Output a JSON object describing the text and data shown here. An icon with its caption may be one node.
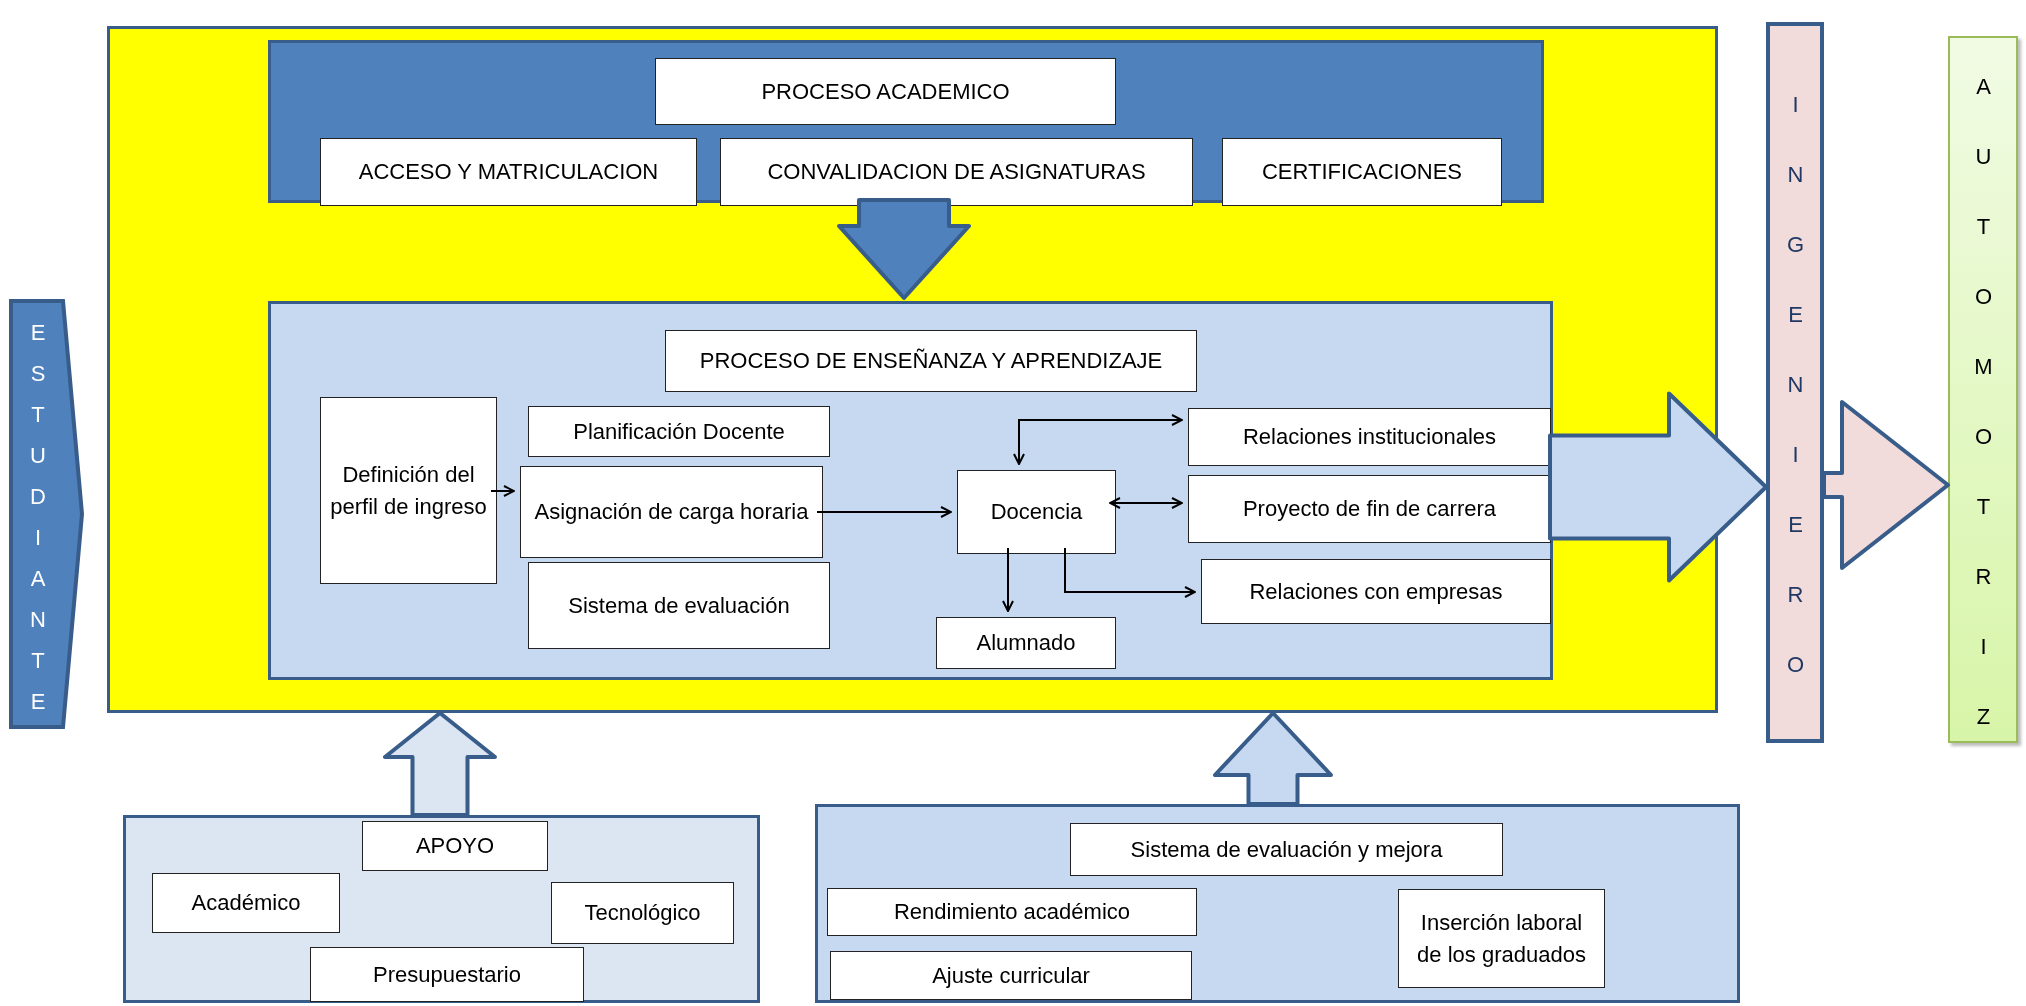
{
  "diagram": {
    "nodes": [
      {
        "text": [
          "ESTUDIANTE"
        ]
      },
      {
        "text": [],
        "shape": "box"
      },
      {
        "text": [],
        "shape": "box",
        "in": 1
      },
      {
        "text": [
          "PROCESO ACADEMICO"
        ],
        "in": 2
      },
      {
        "text": [
          "ACCESO Y MATRICULACION"
        ],
        "in": 2
      },
      {
        "text": [
          "CONVALIDACION DE ASIGNATURAS"
        ],
        "in": 2
      },
      {
        "text": [
          "CERTIFICACIONES"
        ],
        "in": 2
      },
      {
        "text": [],
        "shape": "box",
        "in": 1
      },
      {
        "text": [
          "PROCESO DE ENSEÑANZA Y APRENDIZAJE"
        ],
        "in": 7
      },
      {
        "text": [
          "Definición del perfil de ingreso"
        ],
        "in": 7
      },
      {
        "text": [
          "Planificación Docente"
        ],
        "in": 7
      },
      {
        "text": [
          "Asignación de carga horaria"
        ],
        "in": 7
      },
      {
        "text": [
          "Sistema de evaluación"
        ],
        "in": 7
      },
      {
        "text": [
          "Docencia"
        ],
        "in": 7
      },
      {
        "text": [
          "Alumnado"
        ],
        "in": 7
      },
      {
        "text": [
          "Relaciones institucionales"
        ],
        "in": 7
      },
      {
        "text": [
          "Proyecto de fin de carrera"
        ],
        "in": 7
      },
      {
        "text": [
          "Relaciones con empresas"
        ],
        "in": 7
      },
      {
        "text": [
          "INGENIERO"
        ]
      },
      {
        "text": [
          "AUTOMOTRIZ"
        ]
      },
      {
        "text": [],
        "shape": "box"
      },
      {
        "text": [
          "APOYO"
        ],
        "in": 20
      },
      {
        "text": [
          "Académico"
        ],
        "in": 20
      },
      {
        "text": [
          "Tecnológico"
        ],
        "in": 20
      },
      {
        "text": [
          "Presupuestario"
        ],
        "in": 20
      },
      {
        "text": [],
        "shape": "box"
      },
      {
        "text": [
          "Sistema de evaluación y mejora"
        ],
        "in": 25
      },
      {
        "text": [
          "Rendimiento académico"
        ],
        "in": 25
      },
      {
        "text": [
          "Inserción laboral de los graduados"
        ],
        "in": 25
      },
      {
        "text": [
          "Ajuste curricular"
        ],
        "in": 25
      }
    ],
    "edges": [
      {
        "from": 2,
        "to": 7,
        "arrow": "to",
        "style": "thick",
        "color": "#4f81bd"
      },
      {
        "from": 7,
        "to": 18,
        "arrow": "to",
        "style": "thick",
        "color": "#c6d9f1"
      },
      {
        "from": 18,
        "to": 19,
        "arrow": "to",
        "style": "thick",
        "color": "#f2dcdb"
      },
      {
        "from": 20,
        "to": 1,
        "arrow": "to",
        "style": "thick",
        "color": "#dce6f2"
      },
      {
        "from": 25,
        "to": 1,
        "arrow": "to",
        "style": "thick",
        "color": "#c6d9f1"
      },
      {
        "from": 9,
        "to": 11,
        "arrow": "to"
      },
      {
        "from": 11,
        "to": 13,
        "arrow": "to"
      },
      {
        "from": 13,
        "to": 15,
        "arrow": "both"
      },
      {
        "from": 13,
        "to": 16,
        "arrow": "both"
      },
      {
        "from": 13,
        "to": 14,
        "arrow": "to"
      },
      {
        "from": 13,
        "to": 17,
        "arrow": "to"
      }
    ]
  }
}
